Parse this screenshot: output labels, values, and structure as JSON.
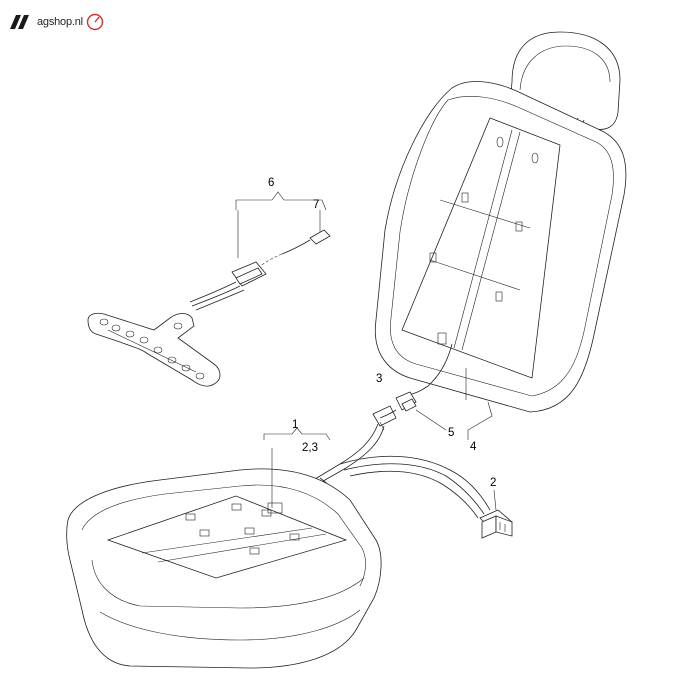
{
  "logo": {
    "text": "agshop.nl",
    "brand_color": "#d1322b"
  },
  "callouts": {
    "c1": "1",
    "c23": "2,3",
    "c2": "2",
    "c3": "3",
    "c4": "4",
    "c5": "5",
    "c6": "6",
    "c7": "7"
  }
}
